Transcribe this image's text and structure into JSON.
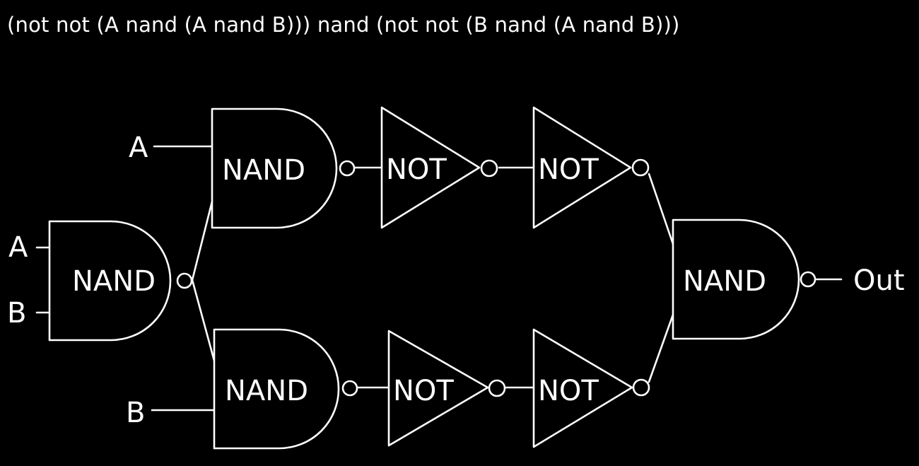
{
  "expression": "(not not (A nand (A nand B))) nand (not not (B nand (A nand B)))",
  "colors": {
    "background": "#000000",
    "foreground": "#ffffff"
  },
  "inputs": {
    "a_top": "A",
    "a_left": "A",
    "b_left": "B",
    "b_bottom": "B"
  },
  "gates": {
    "nand_left": "NAND",
    "nand_top": "NAND",
    "nand_bottom": "NAND",
    "not_top_1": "NOT",
    "not_top_2": "NOT",
    "not_bottom_1": "NOT",
    "not_bottom_2": "NOT",
    "nand_output": "NAND"
  },
  "output": "Out"
}
